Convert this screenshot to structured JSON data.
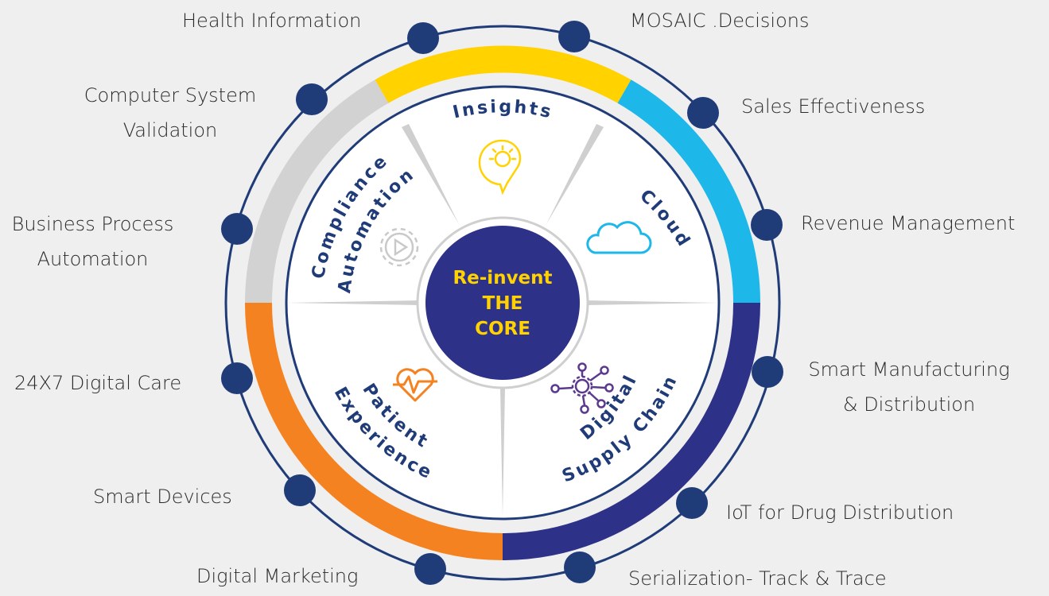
{
  "colors": {
    "background": "#efefef",
    "navy": "#1f3b78",
    "yellow": "#ffd200",
    "sky": "#1eb7ea",
    "orange": "#f58220",
    "indigo": "#2e3188",
    "gray": "#d2d2d2",
    "core": "#2e3188"
  },
  "core": {
    "line1": "Re-invent",
    "line2": "THE",
    "line3": "CORE"
  },
  "segments": {
    "insights": {
      "title": "Insights",
      "icon": "lightbulb-icon"
    },
    "cloud": {
      "title": "Cloud",
      "icon": "cloud-icon"
    },
    "compliance": {
      "title1": "Compliance",
      "title2": "Automation",
      "icon": "gear-play-icon"
    },
    "patient": {
      "title1": "Patient",
      "title2": "Experience",
      "icon": "heartbeat-icon"
    },
    "supply": {
      "title1": "Digital",
      "title2": "Supply Chain",
      "icon": "network-gear-icon"
    }
  },
  "outer_labels": {
    "health_information": "Health Information",
    "mosaic_decisions": "MOSAIC .Decisions",
    "computer_system_validation_1": "Computer System",
    "computer_system_validation_2": "Validation",
    "sales_effectiveness": "Sales Effectiveness",
    "business_process_automation_1": "Business Process",
    "business_process_automation_2": "Automation",
    "revenue_management": "Revenue Management",
    "digital_care": "24X7 Digital Care",
    "smart_manufacturing_1": "Smart Manufacturing",
    "smart_manufacturing_2": "& Distribution",
    "smart_devices": "Smart Devices",
    "iot_drug_distribution": "IoT for Drug Distribution",
    "digital_marketing": "Digital Marketing",
    "serialization": "Serialization- Track & Trace"
  }
}
